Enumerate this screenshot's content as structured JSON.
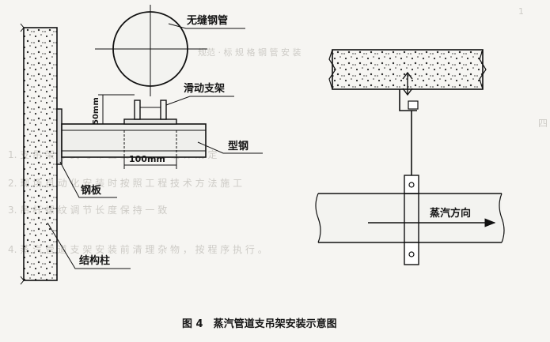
{
  "figure": {
    "caption": "图 4　蒸汽管道支吊架安装示意图"
  },
  "left_diagram": {
    "labels": {
      "seamless_pipe": "无缝钢管",
      "sliding_support": "滑动支架",
      "section_steel": "型钢",
      "steel_plate": "钢板",
      "structural_column": "结构柱"
    },
    "dimensions": {
      "height": "50mm",
      "width": "100mm"
    }
  },
  "right_diagram": {
    "labels": {
      "steam_direction": "蒸汽方向"
    }
  },
  "background_text": {
    "page_marker": "1",
    "section_marker": "四",
    "lines": [
      "规范 · 标 规 格 钢 管 安 装",
      "1. 支 吊 架 形 式 与 布 置 要 求 符 合 设 计 规 定",
      "2. 现 场 自 动 化 安 装 时 按 照 工 程 技 术 方 法 施 工",
      "3. 吊 杆 螺 纹 调 节 长 度 保 持 一 致",
      "4. 蒸 汽 管 道 支 架 安 装 前 清 理 杂 物 ， 按 程 序 执 行 。"
    ]
  }
}
